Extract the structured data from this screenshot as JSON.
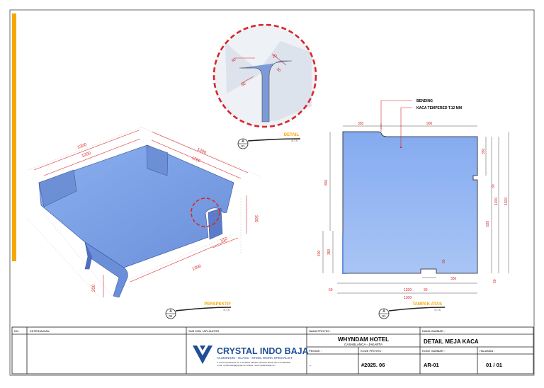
{
  "drawing": {
    "views": {
      "detail": {
        "label": "DETAIL",
        "scale": "N.T.S",
        "marker_top": "A",
        "marker_bottom": "01"
      },
      "perspective": {
        "label": "PERSPEKTIF",
        "scale": "N.T.S",
        "marker_top": "A",
        "marker_bottom": "01"
      },
      "plan": {
        "label": "TAMPAK ATAS",
        "scale": "N.T.S",
        "marker_top": "A",
        "marker_bottom": "01"
      }
    },
    "detail_dims": {
      "d1": "30",
      "d2": "20",
      "d3": "30",
      "d4": "60"
    },
    "perspective_dims": {
      "top_outer": "1300",
      "top_inner": "1200",
      "right_outer": "1300",
      "right_inner": "1200",
      "height": "300",
      "notch": "310",
      "bottom": "1300",
      "leg": "200"
    },
    "plan_callouts": {
      "bending": "BENDING",
      "glass": "KACA TEMPERED T.12 MM"
    },
    "plan_dims": {
      "top_left": "350",
      "top_right": "900",
      "left_upper": "850",
      "left_lower_a": "400",
      "left_lower_b": "350",
      "right_a": "350",
      "right_b": "30",
      "right_c": "820",
      "right_outer_a": "1200",
      "right_outer_b": "1300",
      "right_small": "60",
      "inner_small": "30",
      "bottom_notch": "350",
      "bottom_a": "50",
      "bottom_b": "1200",
      "bottom_c": "30",
      "bottom_total": "1300"
    },
    "colors": {
      "accent": "#f5a800",
      "glass": "#7fa4e8",
      "glass_dark": "#5d7fcc",
      "dim": "#d9262a",
      "frame": "#1a1a1a"
    }
  },
  "title_block": {
    "no_header": "NO.",
    "keterangan_header": "KETERANGAN",
    "subkon_header": "SUB KON / APLIKATOR :",
    "company_name": "CRYSTAL INDO BAJA",
    "company_tagline": "ALUMINIUM - GLASS - STEEL WORK SPESIALIST",
    "company_address": "Jl. RAYA KALIMALANG NO. 8, PONDOK KELAPA, JAKARTA TIMUR, TELP. 021-8600000",
    "company_contact": "e-mail : crystal.indobaja@gmail.com  website : www.crystalindobaja.com",
    "project_name_header": "NAMA PROYEK :",
    "project_name": "WHYNDAM HOTEL",
    "project_location": "CASABLANCA - JAKARTA",
    "owner_header": "PEMILIK :",
    "owner_value": "-",
    "project_code_header": "KODE PROYEK :",
    "project_code": "#2025. 06",
    "drawing_name_header": "NAMA GAMBAR :",
    "drawing_name": "DETAIL MEJA KACA",
    "drawing_code_header": "KODE GAMBAR :",
    "drawing_code": "AR-01",
    "page_header": "HALAMAN :",
    "page_value": "01 / 01"
  }
}
